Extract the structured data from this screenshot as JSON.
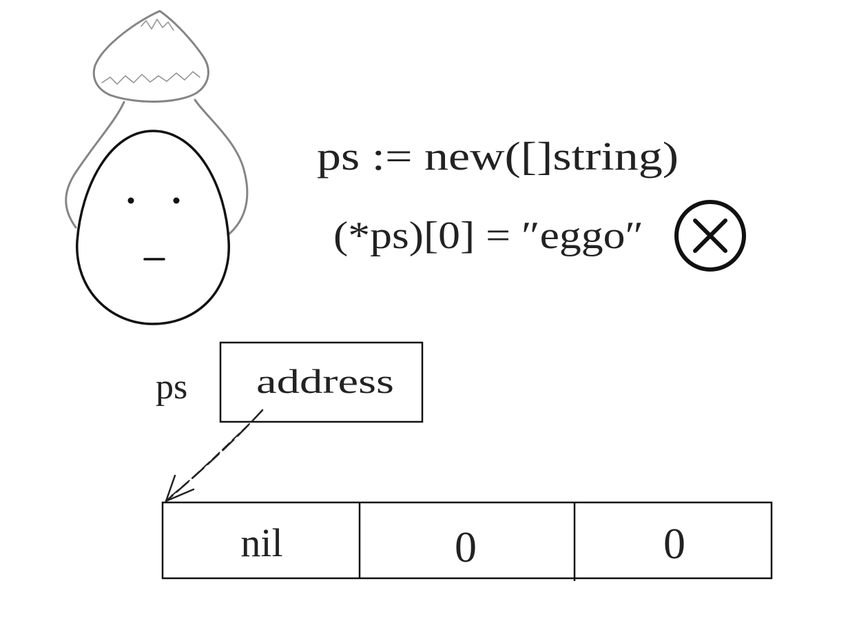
{
  "code": {
    "line1": "ps := new([]string)",
    "line2": "(*ps)[0] = ″eggo″"
  },
  "status": {
    "icon": "error-x-circle-icon"
  },
  "pointer": {
    "name": "ps",
    "value": "address"
  },
  "slice_header": {
    "cells": [
      "nil",
      "0",
      "0"
    ]
  },
  "colors": {
    "ink": "#111111",
    "sketch_gray": "#808080"
  }
}
